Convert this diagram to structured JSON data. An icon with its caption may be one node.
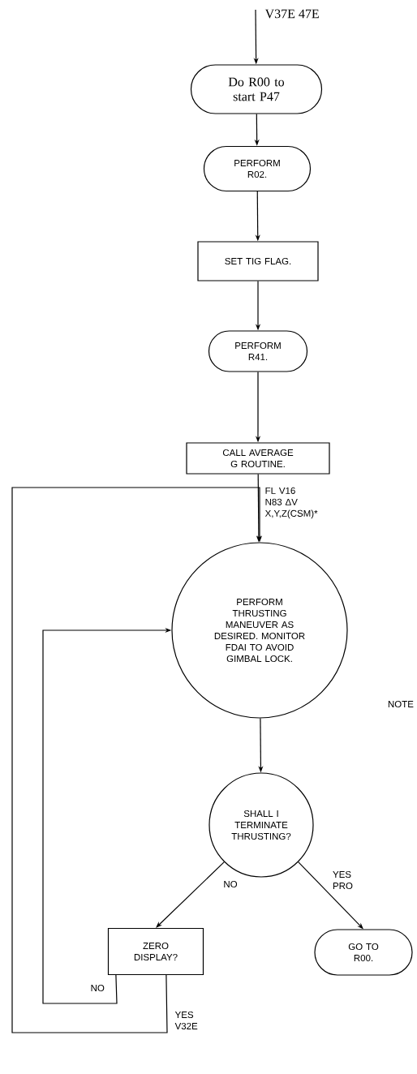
{
  "diagram": {
    "nodes": [
      {
        "text": [
          "Do R00 to start P47"
        ]
      },
      {
        "text": [
          "PERFORM R02."
        ]
      },
      {
        "text": [
          "SET TIG FLAG."
        ]
      },
      {
        "text": [
          "PERFORM R41."
        ]
      },
      {
        "text": [
          "CALL AVERAGE G ROUTINE."
        ]
      },
      {
        "text": [
          "PERFORM THRUSTING MANEUVER AS DESIRED. MONITOR FDAI TO AVOID GIMBAL LOCK."
        ]
      },
      {
        "text": [
          "SHALL I TERMINATE THRUSTING?"
        ]
      },
      {
        "text": [
          "ZERO DISPLAY?"
        ]
      },
      {
        "text": [
          "GO TO R00."
        ]
      }
    ],
    "edges": [
      {
        "from": null,
        "to": 0,
        "arrow": "to",
        "label": "V37E 47E"
      },
      {
        "from": 0,
        "to": 1,
        "arrow": "to"
      },
      {
        "from": 1,
        "to": 2,
        "arrow": "to"
      },
      {
        "from": 2,
        "to": 3,
        "arrow": "to"
      },
      {
        "from": 3,
        "to": 4,
        "arrow": "to"
      },
      {
        "from": 4,
        "to": 5,
        "arrow": "to",
        "label": "FL V16 N83 ΔV X,Y,Z(CSM)*"
      },
      {
        "from": 5,
        "to": 6,
        "arrow": "to"
      },
      {
        "from": 6,
        "to": 7,
        "arrow": "to",
        "label": "NO"
      },
      {
        "from": 6,
        "to": 8,
        "arrow": "to",
        "label": "YES PRO"
      },
      {
        "from": 7,
        "to": 5,
        "arrow": "to",
        "label": "NO"
      },
      {
        "from": 7,
        "to": 5,
        "arrow": "to",
        "label": "YES V32E"
      }
    ],
    "labels": [
      "NOTE"
    ]
  }
}
